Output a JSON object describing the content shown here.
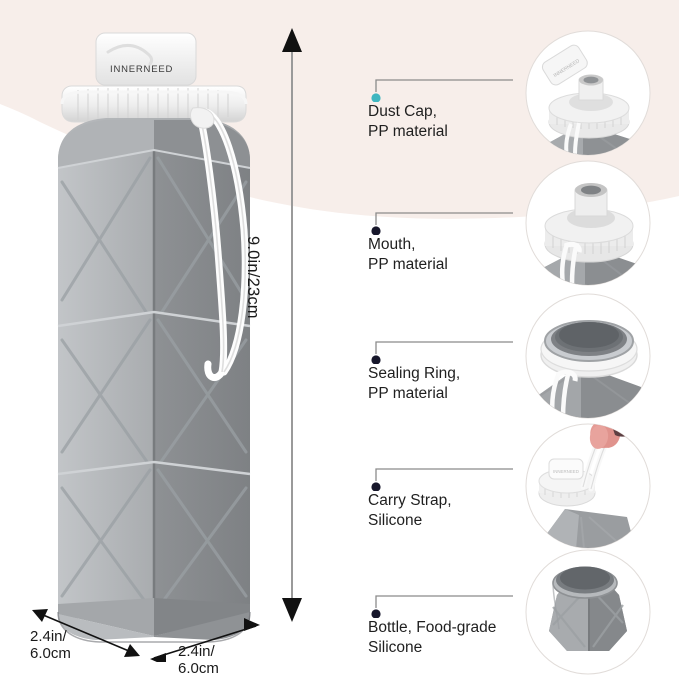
{
  "product": {
    "brand_text": "INNERNEED",
    "type": "collapsible-silicone-water-bottle"
  },
  "colors": {
    "background": "#ffffff",
    "beige_panel": "#f7eeea",
    "bottle_light_face": "#b2b5b8",
    "bottle_dark_face": "#878a8d",
    "bottle_edge": "#6f7276",
    "cap_white": "#f4f4f4",
    "text": "#1f1f1f",
    "leader_line": "#8b8b8b",
    "dot_accent": "#3fb6c0",
    "dot_dark": "#1a1a2e"
  },
  "dimensions": {
    "height_label": "9.0in/23cm",
    "width_left_label": "2.4in/\n6.0cm",
    "width_right_label": "2.4in/\n6.0cm"
  },
  "callouts": [
    {
      "id": "dust-cap",
      "label": "Dust Cap,\nPP material",
      "dot_color": "#3fb6c0",
      "thumb_name": "dust-cap-thumbnail"
    },
    {
      "id": "mouth",
      "label": "Mouth,\nPP material",
      "dot_color": "#17172b",
      "thumb_name": "mouth-thumbnail"
    },
    {
      "id": "sealing-ring",
      "label": "Sealing Ring,\nPP material",
      "dot_color": "#17172b",
      "thumb_name": "sealing-ring-thumbnail"
    },
    {
      "id": "carry-strap",
      "label": "Carry Strap,\nSilicone",
      "dot_color": "#17172b",
      "thumb_name": "carry-strap-thumbnail"
    },
    {
      "id": "bottle",
      "label": "Bottle, Food-grade\nSilicone",
      "dot_color": "#17172b",
      "thumb_name": "bottle-thumbnail"
    }
  ]
}
